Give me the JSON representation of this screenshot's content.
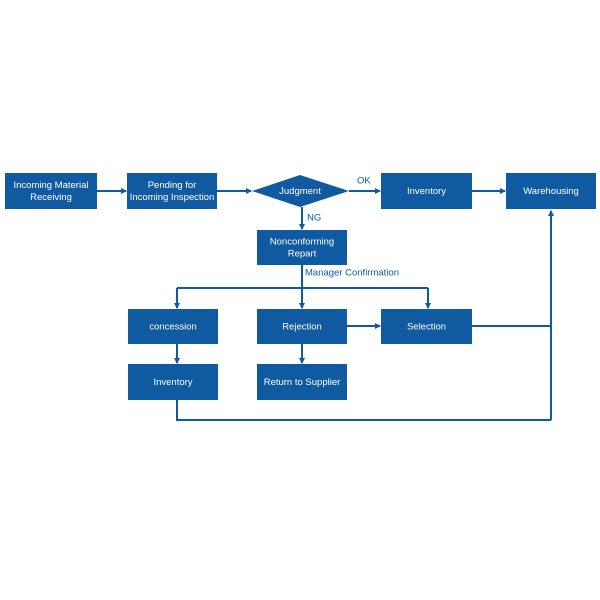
{
  "colors": {
    "node_fill": "#0f5aa0",
    "edge": "#0f5aa0",
    "label_text": "#0f5aa0",
    "node_text": "#ffffff"
  },
  "nodes": {
    "incoming": [
      "Incoming Material",
      "Receiving"
    ],
    "pending": [
      "Pending for",
      "Incoming Inspection"
    ],
    "judgment": [
      "Judgment"
    ],
    "inventory_top": [
      "Inventory"
    ],
    "warehousing": [
      "Warehousing"
    ],
    "nonconforming": [
      "Nonconforming",
      "Repart"
    ],
    "concession": [
      "concession"
    ],
    "rejection": [
      "Rejection"
    ],
    "selection": [
      "Selection"
    ],
    "inventory_bottom": [
      "Inventory"
    ],
    "return_supplier": [
      "Return to Supplier"
    ]
  },
  "edge_labels": {
    "ok": "OK",
    "ng": "NG",
    "manager": "Manager Confirmation"
  }
}
